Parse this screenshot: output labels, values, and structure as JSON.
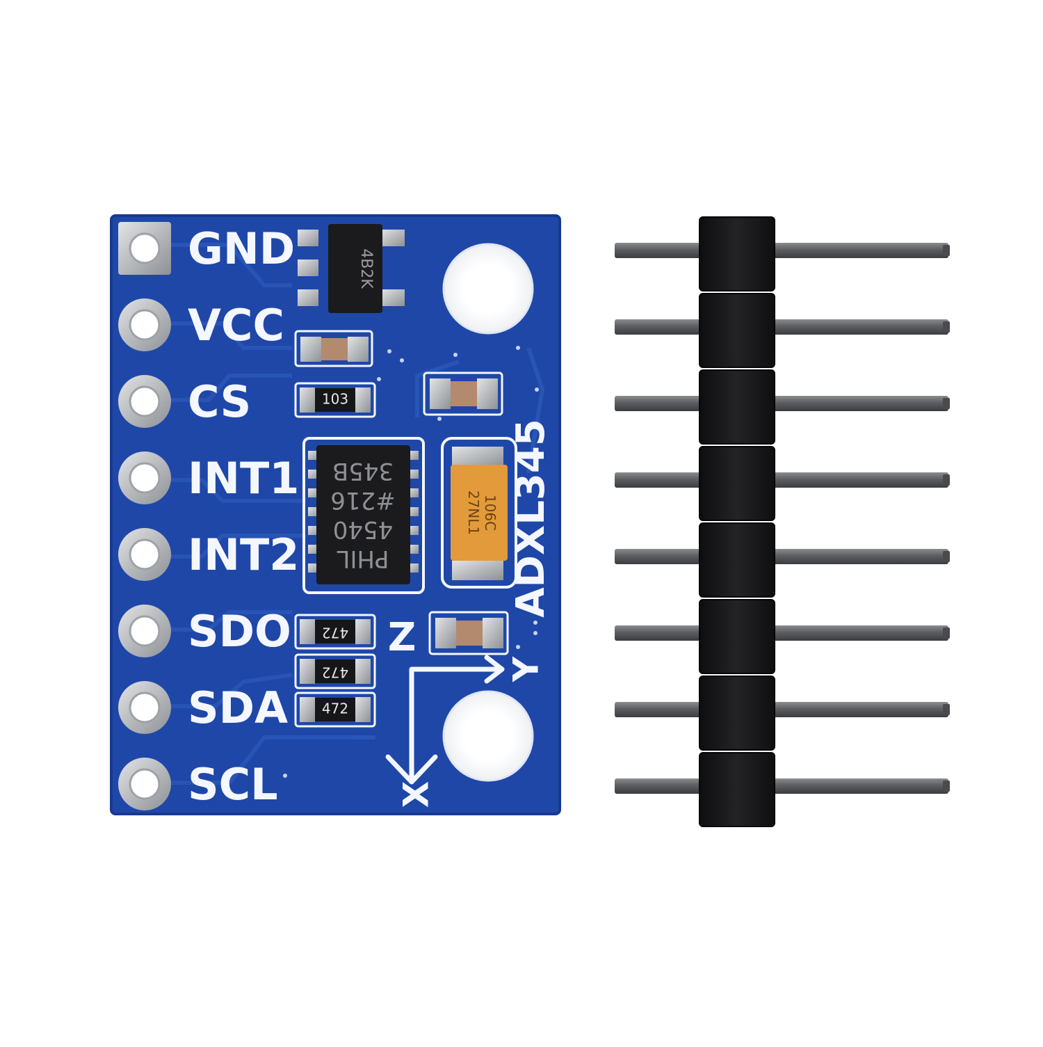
{
  "image": {
    "subject": "ADXL345 accelerometer breakout board with 8-pin header",
    "colors": {
      "background": "#ffffff",
      "pcb_blue": "#1e47a8",
      "pcb_edge": "#163a8e",
      "silkscreen": "#f4f7ff",
      "pad_silver": "#b9bcc0",
      "chip_black": "#1b1b1d",
      "tantalum_orange": "#e39a3a",
      "header_plastic": "#161618",
      "pin_metal": "#5c5e62"
    }
  },
  "board": {
    "model_label": "ADXL345",
    "pin_labels": [
      "GND",
      "VCC",
      "CS",
      "INT1",
      "INT2",
      "SDO",
      "SDA",
      "SCL"
    ],
    "regulator_marking": "4B2K",
    "chip_marking_lines": [
      "PHIL",
      "4540",
      "#216",
      "345B"
    ],
    "tantalum_marking_lines": [
      "106C",
      "27NL1"
    ],
    "resistor_codes": {
      "r_cs": "103",
      "r_sdo": "472",
      "r_sda": "472",
      "r_scl": "472"
    },
    "axis_labels": {
      "x": "X",
      "y": "Y",
      "z": "Z"
    }
  },
  "header": {
    "pin_count": 8
  }
}
